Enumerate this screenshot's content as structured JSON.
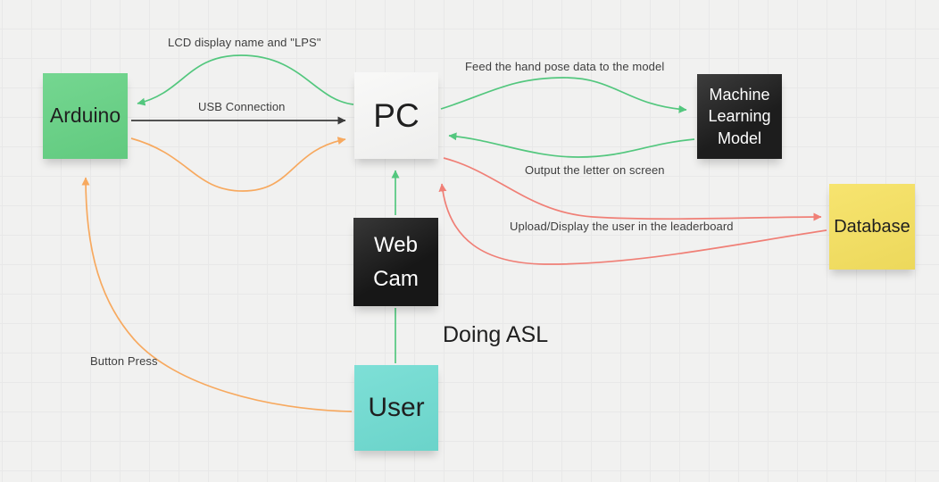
{
  "canvas": {
    "background": "#f1f1f0",
    "grid_line": "#e8e8e8"
  },
  "nodes": {
    "arduino": {
      "label": "Arduino",
      "color": "#65d284",
      "text_color": "#1f1f1f"
    },
    "pc": {
      "label": "PC",
      "color": "#f8f8f7",
      "text_color": "#1f1f1f"
    },
    "ml_model": {
      "label": "Machine Learning Model",
      "color": "#1d1d1d",
      "text_color": "#ffffff"
    },
    "database": {
      "label": "Database",
      "color": "#f6e15f",
      "text_color": "#1f1f1f"
    },
    "webcam": {
      "label": "Web Cam",
      "color": "#171717",
      "text_color": "#ffffff"
    },
    "user": {
      "label": "User",
      "color": "#6fdcd2",
      "text_color": "#1f1f1f"
    }
  },
  "edges": {
    "lcd": {
      "from": "pc",
      "to": "arduino",
      "label": "LCD display name and \"LPS\"",
      "color": "#53c77e"
    },
    "usb": {
      "from": "arduino",
      "to": "pc",
      "label": "USB Connection",
      "color": "#3b3b3b"
    },
    "arduino_to_pc": {
      "from": "arduino",
      "to": "pc",
      "label": "",
      "color": "#f7a95f"
    },
    "feed": {
      "from": "pc",
      "to": "ml_model",
      "label": "Feed the hand pose data to the model",
      "color": "#53c77e"
    },
    "output": {
      "from": "ml_model",
      "to": "pc",
      "label": "Output the letter on screen",
      "color": "#53c77e"
    },
    "upload": {
      "from": "pc",
      "to": "database",
      "label": "Upload/Display the user in the leaderboard",
      "color": "#f07f76"
    },
    "db_return": {
      "from": "database",
      "to": "pc",
      "label": "",
      "color": "#f07f76"
    },
    "webcam_to_pc": {
      "from": "webcam",
      "to": "pc",
      "label": "",
      "color": "#53c77e"
    },
    "user_to_webcam": {
      "from": "user",
      "to": "webcam",
      "label": "",
      "color": "#53c77e"
    },
    "button_press": {
      "from": "user",
      "to": "arduino",
      "label": "Button Press",
      "color": "#f7a95f"
    }
  },
  "annotations": {
    "doing_asl": "Doing ASL"
  }
}
